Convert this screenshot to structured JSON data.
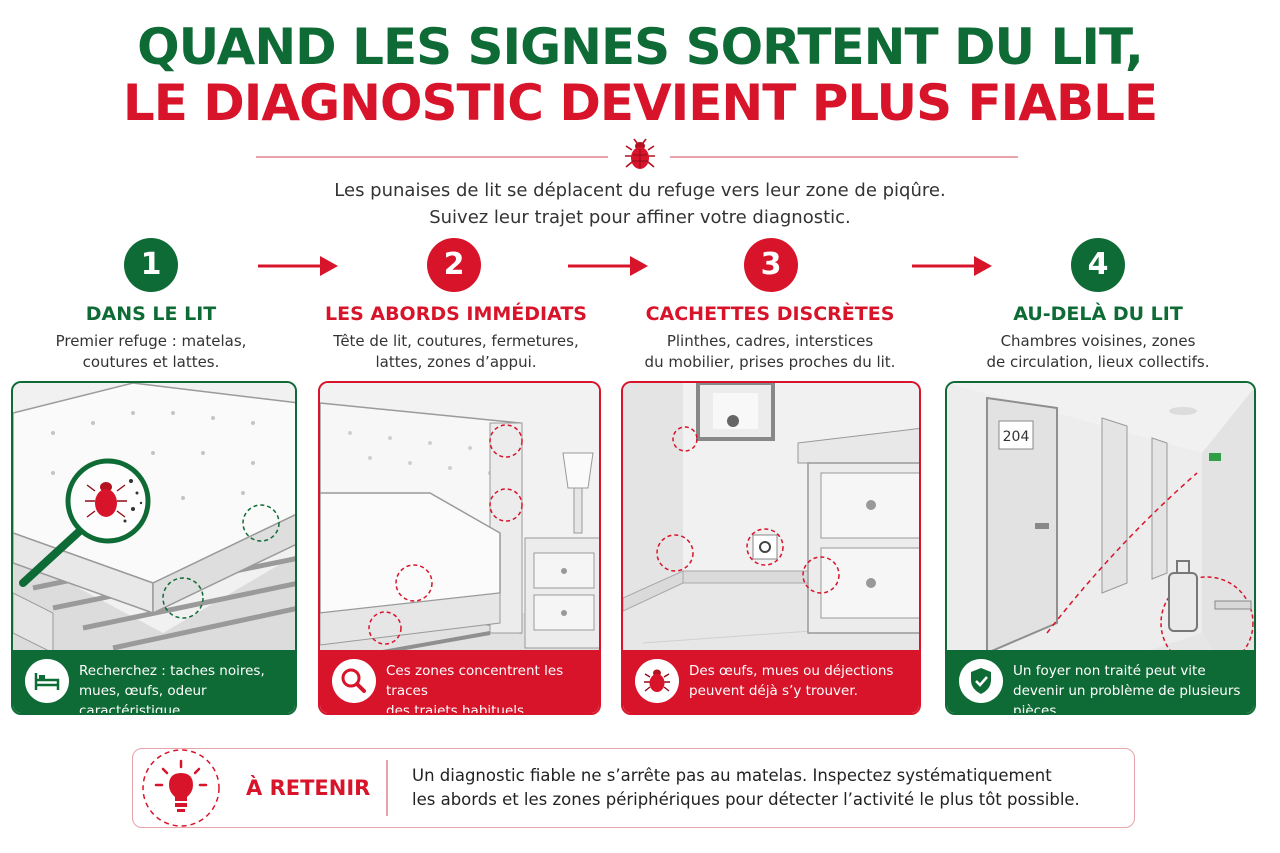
{
  "title": {
    "line1": "QUAND LES SIGNES SORTENT DU LIT,",
    "line2": "LE DIAGNOSTIC DEVIENT PLUS FIABLE"
  },
  "intro": {
    "line1": "Les punaises de lit se déplacent du refuge vers leur zone de piqûre.",
    "line2": "Suivez leur trajet pour affiner votre diagnostic."
  },
  "steps": [
    {
      "number": "1",
      "title": "DANS LE LIT",
      "desc1": "Premier refuge : matelas,",
      "desc2": "coutures et lattes.",
      "band1": "Recherchez : taches noires,",
      "band2": "mues, œufs, odeur caractéristique.",
      "band_icon": "bed-icon",
      "color": "#0f6b36"
    },
    {
      "number": "2",
      "title": "LES ABORDS IMMÉDIATS",
      "desc1": "Tête de lit, coutures, fermetures,",
      "desc2": "lattes, zones d’appui.",
      "band1": "Ces zones concentrent les traces",
      "band2": "des trajets habituels.",
      "band_icon": "magnifier-icon",
      "color": "#d8142b"
    },
    {
      "number": "3",
      "title": "CACHETTES DISCRÈTES",
      "desc1": "Plinthes, cadres, interstices",
      "desc2": "du mobilier, prises proches du lit.",
      "band1": "Des œufs, mues ou déjections",
      "band2": "peuvent déjà s’y trouver.",
      "band_icon": "bedbug-icon",
      "color": "#d8142b"
    },
    {
      "number": "4",
      "title": "AU-DELÀ DU LIT",
      "desc1": "Chambres voisines, zones",
      "desc2": "de circulation, lieux collectifs.",
      "band1": "Un foyer non traité peut vite",
      "band2": "devenir un problème de plusieurs pièces.",
      "band_icon": "shield-check-icon",
      "color": "#0f6b36"
    }
  ],
  "room_number": "204",
  "retain": {
    "title": "À RETENIR",
    "line1": "Un diagnostic fiable ne s’arrête pas au matelas. Inspectez systématiquement",
    "line2": "les abords et les zones périphériques pour détecter l’activité le plus tôt possible."
  },
  "colors": {
    "green": "#0f6b36",
    "red": "#d8142b",
    "soft_red": "#e7a2aa"
  }
}
